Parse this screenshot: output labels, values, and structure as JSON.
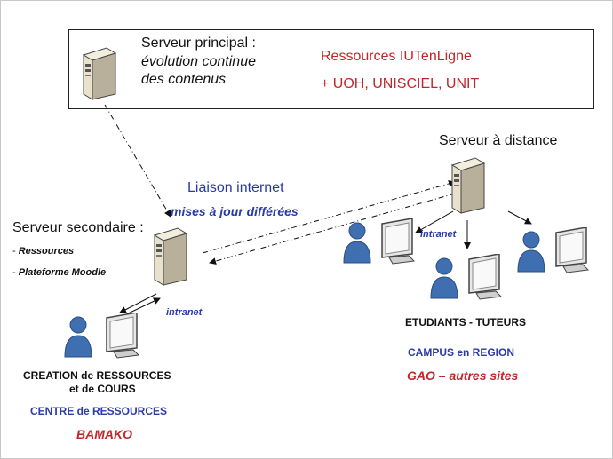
{
  "main_server": {
    "title": "Serveur principal :",
    "line2": "évolution continue",
    "line3": "des contenus",
    "resources": "Ressources IUTenLigne",
    "partners": "+ UOH, UNISCIEL, UNIT"
  },
  "remote_server": {
    "title": "Serveur à distance"
  },
  "link": {
    "title": "Liaison internet",
    "subtitle": "mises à jour différées"
  },
  "secondary_server": {
    "title": "Serveur secondaire :",
    "item1": "Ressources",
    "item2": "Plateforme Moodle"
  },
  "intranet_left": "intranet",
  "intranet_right": "intranet",
  "left_group": {
    "line1": "CREATION de RESSOURCES",
    "line2": "et de COURS",
    "center": "CENTRE de RESSOURCES",
    "city": "BAMAKO"
  },
  "right_group": {
    "label": "ETUDIANTS - TUTEURS",
    "campus": "CAMPUS en REGION",
    "city": "GAO – autres sites"
  },
  "colors": {
    "red": "#c0262a",
    "blue": "#2a3aaa",
    "user": "#3f6fb0"
  }
}
